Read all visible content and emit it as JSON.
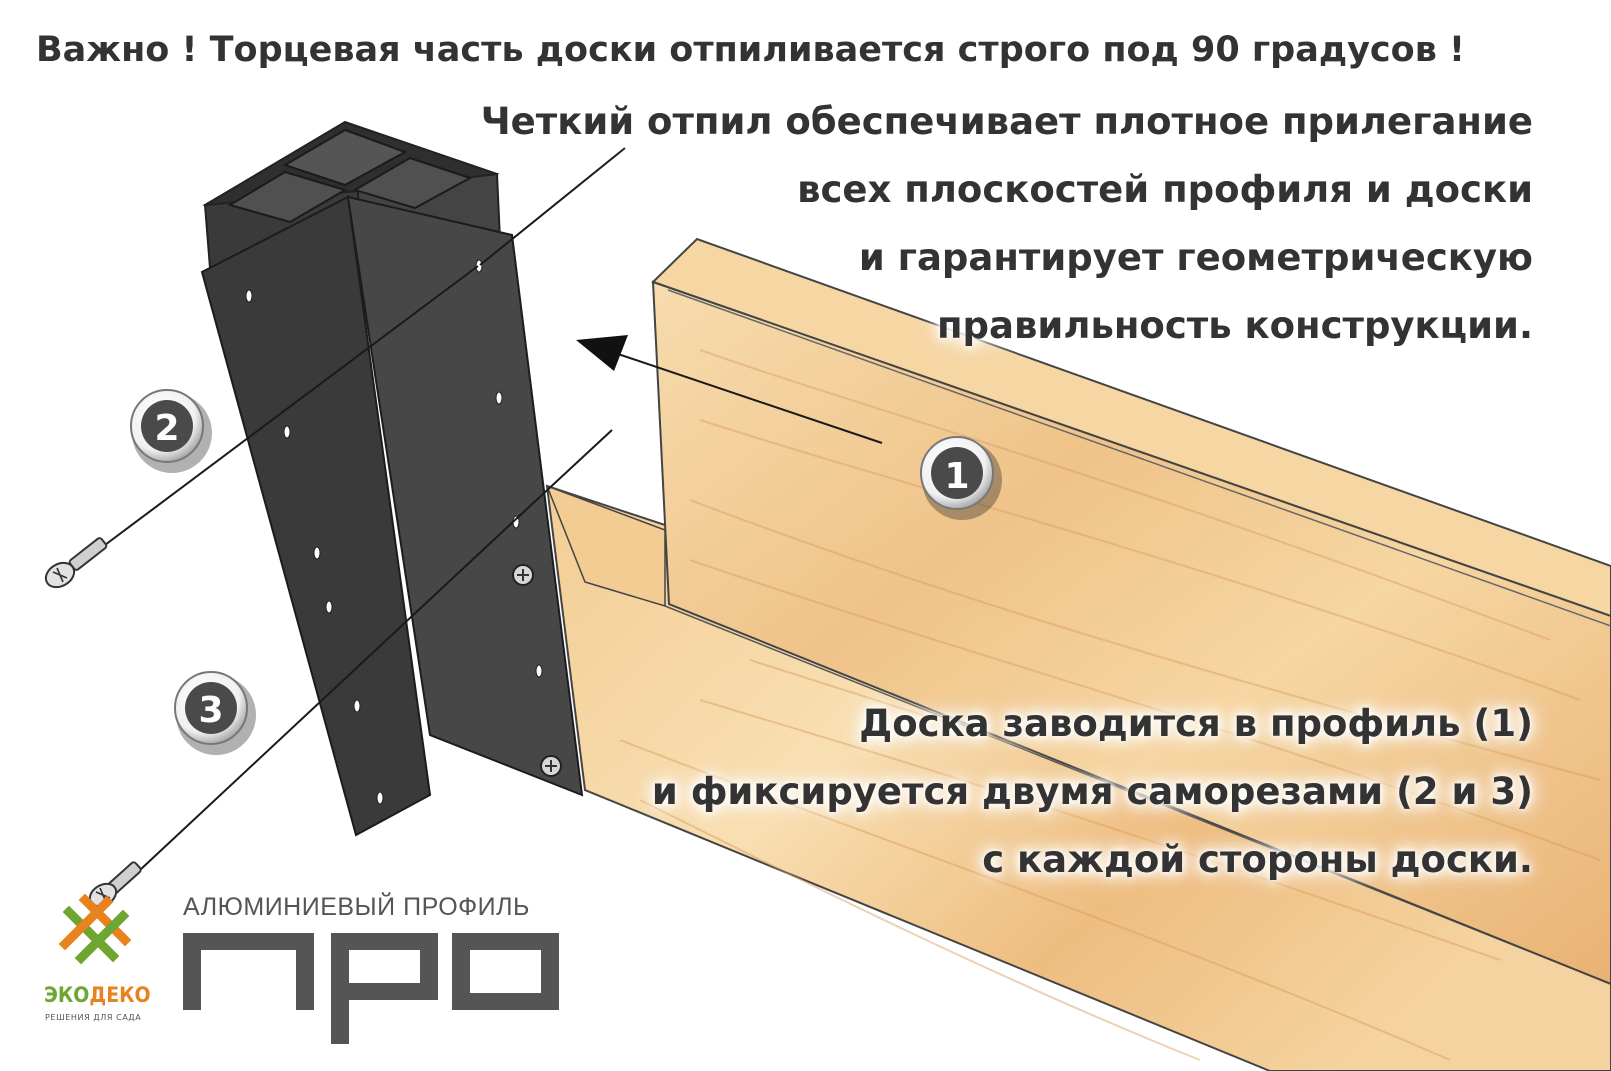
{
  "headline": "Важно ! Торцевая часть доски отпиливается строго под 90 градусов !",
  "explanation_lines": [
    "Четкий отпил обеспечивает плотное прилегание",
    "всех плоскостей профиля и доски",
    "и гарантирует геометрическую",
    "правильность конструкции."
  ],
  "instruction_lines": [
    "Доска заводится в профиль (1)",
    "и фиксируется двумя саморезами (2 и 3)",
    "с каждой стороны доски."
  ],
  "markers": [
    "1",
    "2",
    "3"
  ],
  "brand": {
    "eco_part1": "ЭКО",
    "eco_part2": "ДЕКО",
    "tagline": "РЕШЕНИЯ ДЛЯ САДА",
    "product_line": "АЛЮМИНИЕВЫЙ ПРОФИЛЬ",
    "product_name": "ПРО"
  },
  "colors": {
    "text": "#333333",
    "profile_dark": "#3d3d3d",
    "wood_light": "#f6d9a8",
    "wood_dark": "#e2a564",
    "eco_green": "#6fa531",
    "eco_orange": "#e8821e"
  }
}
